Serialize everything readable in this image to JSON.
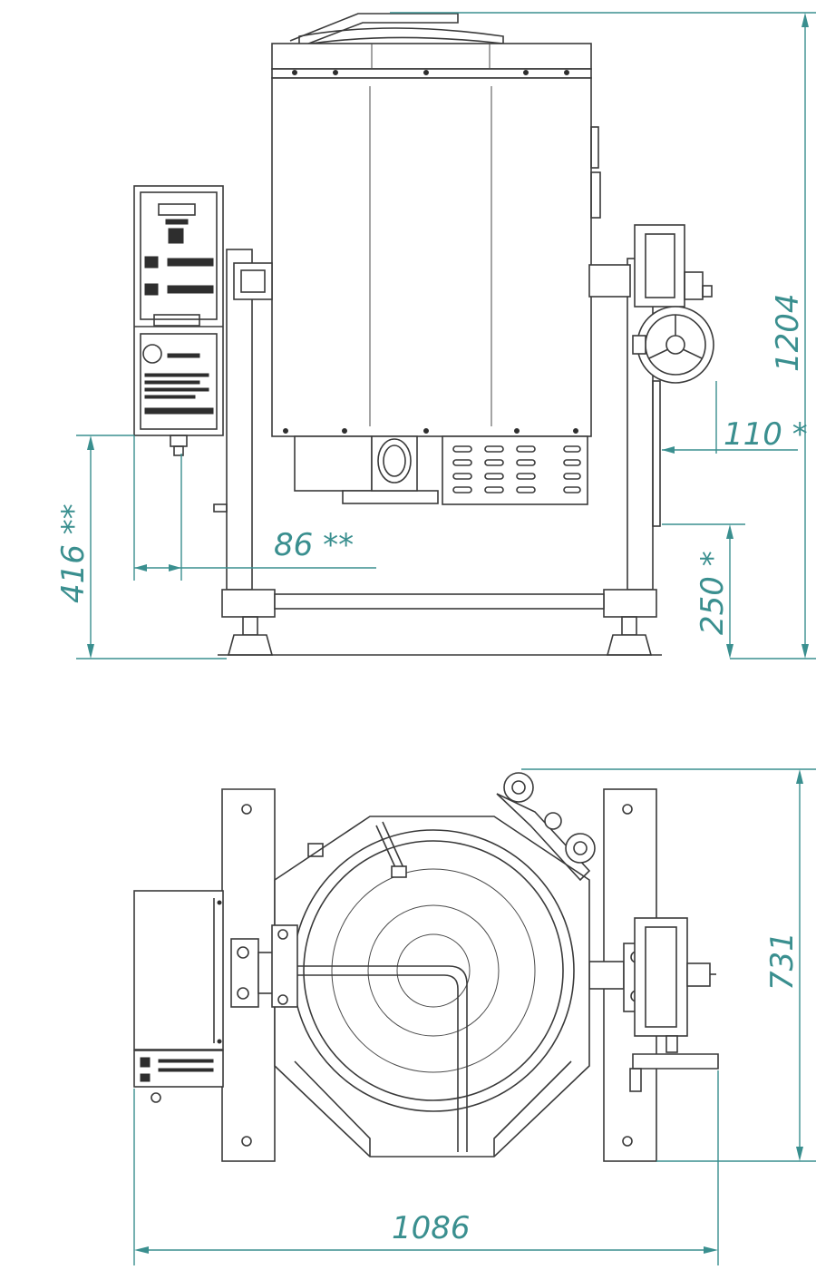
{
  "dimensions": {
    "height_total": "1204",
    "tilt_offset": "110 *",
    "control_bottom_height": "416 **",
    "control_offset": "86 **",
    "axis_height": "250 *",
    "depth": "731",
    "width_total": "1086"
  },
  "colors": {
    "line": "#3a3a3a",
    "dimension": "#3a8f8f",
    "background": "#ffffff"
  }
}
